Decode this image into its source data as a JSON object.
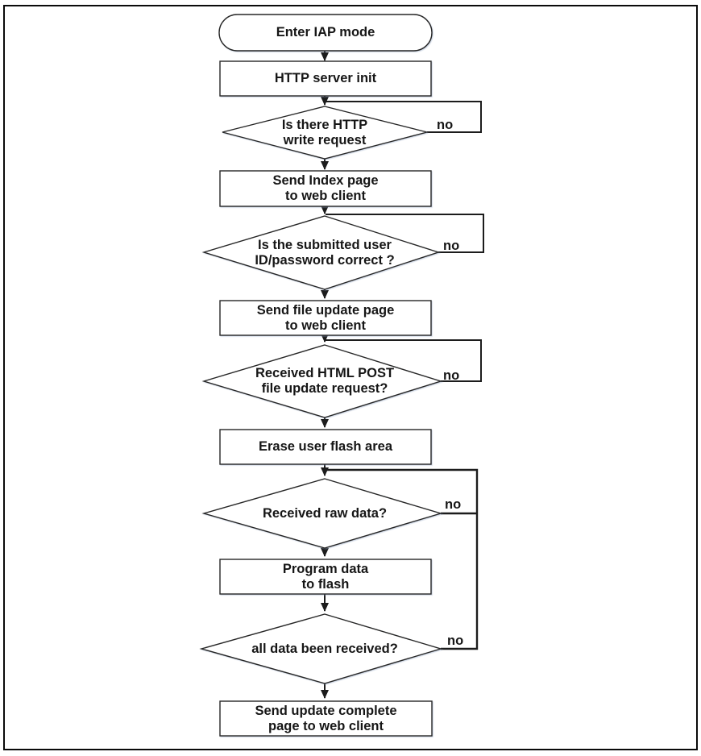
{
  "colors": {
    "line": "#1c1c1c",
    "shape_border": "#262626",
    "shape_fill": "#ffffff",
    "background": "#ffffff",
    "text": "#161616"
  },
  "nodes": {
    "start": "Enter IAP mode",
    "http_server_init": "HTTP server init",
    "decision_write_request": "Is there HTTP\nwrite request",
    "send_index_page": "Send Index page\nto web client",
    "decision_credentials": "Is the submitted user\nID/password correct ?",
    "send_file_update_page": "Send file update page\nto web client",
    "decision_post_request": "Received HTML POST\nfile update request?",
    "erase_user_flash": "Erase user flash area",
    "decision_raw_data": "Received raw data?",
    "program_data": "Program data\nto flash",
    "decision_all_received": "all data been received?",
    "send_update_complete": "Send update complete\npage to web client"
  },
  "edge_labels": {
    "write_request_no": "no",
    "credentials_no": "no",
    "post_request_no": "no",
    "raw_data_no": "no",
    "all_received_no": "no"
  }
}
